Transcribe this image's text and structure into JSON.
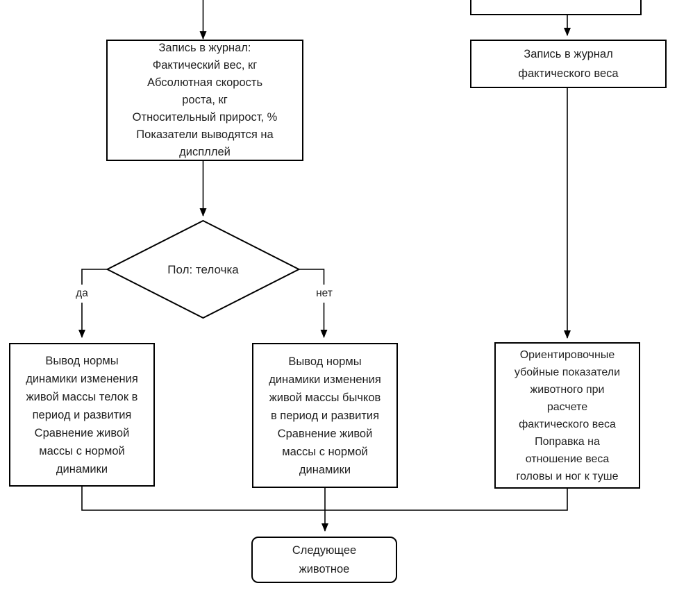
{
  "diagram": {
    "type": "flowchart",
    "language": "ru",
    "colors": {
      "stroke": "#000000",
      "text": "#1f1f1f",
      "background": "#ffffff"
    },
    "nodes": {
      "journal_record": "Запись в журнал:\nФактический вес, кг\nАбсолютная скорость\nроста, кг\nОтносительный прирост, %\nПоказатели выводятся на\nдиспллей",
      "journal_actual": "Запись в журнал\nфактического веса",
      "decision_sex": "Пол: телочка",
      "norm_heifers": "Вывод нормы\nдинамики изменения\nживой массы телок в\nпериод и развития\nСравнение живой\nмассы с нормой\nдинамики",
      "norm_bulls": "Вывод нормы\nдинамики изменения\nживой массы бычков\nв период и развития\nСравнение живой\nмассы с нормой\nдинамики",
      "slaughter_estimates": "Ориентировочные\nубойные показатели\nживотного при\nрасчете\nфактического веса\nПоправка на\nотношение веса\nголовы и ног к туше",
      "next_animal": "Следующее\nживотное"
    },
    "edge_labels": {
      "yes": "да",
      "no": "нет"
    }
  }
}
